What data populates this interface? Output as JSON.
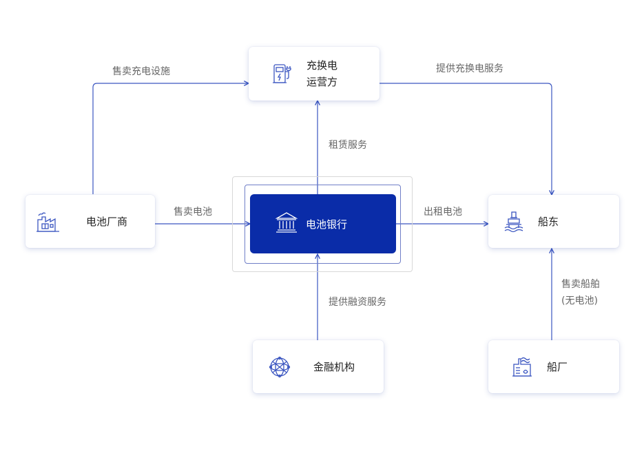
{
  "colors": {
    "accent": "#0a2ca8",
    "line": "#3a55c0",
    "label": "#666666"
  },
  "nodes": {
    "charging": {
      "label": "充换电\n运营方",
      "icon": "charging-station-icon"
    },
    "manufacturer": {
      "label": "电池厂商",
      "icon": "factory-icon"
    },
    "bank": {
      "label": "电池银行",
      "icon": "bank-icon"
    },
    "shipowner": {
      "label": "船东",
      "icon": "oil-platform-icon"
    },
    "finance": {
      "label": "金融机构",
      "icon": "globe-network-icon"
    },
    "shipyard": {
      "label": "船厂",
      "icon": "shipyard-icon"
    }
  },
  "edges": {
    "sell_facility": "售卖充电设施",
    "provide_charging": "提供充换电服务",
    "lease_service": "租赁服务",
    "sell_battery": "售卖电池",
    "rent_battery": "出租电池",
    "finance_service": "提供融资服务",
    "sell_ship": "售卖船舶\n(无电池)"
  }
}
